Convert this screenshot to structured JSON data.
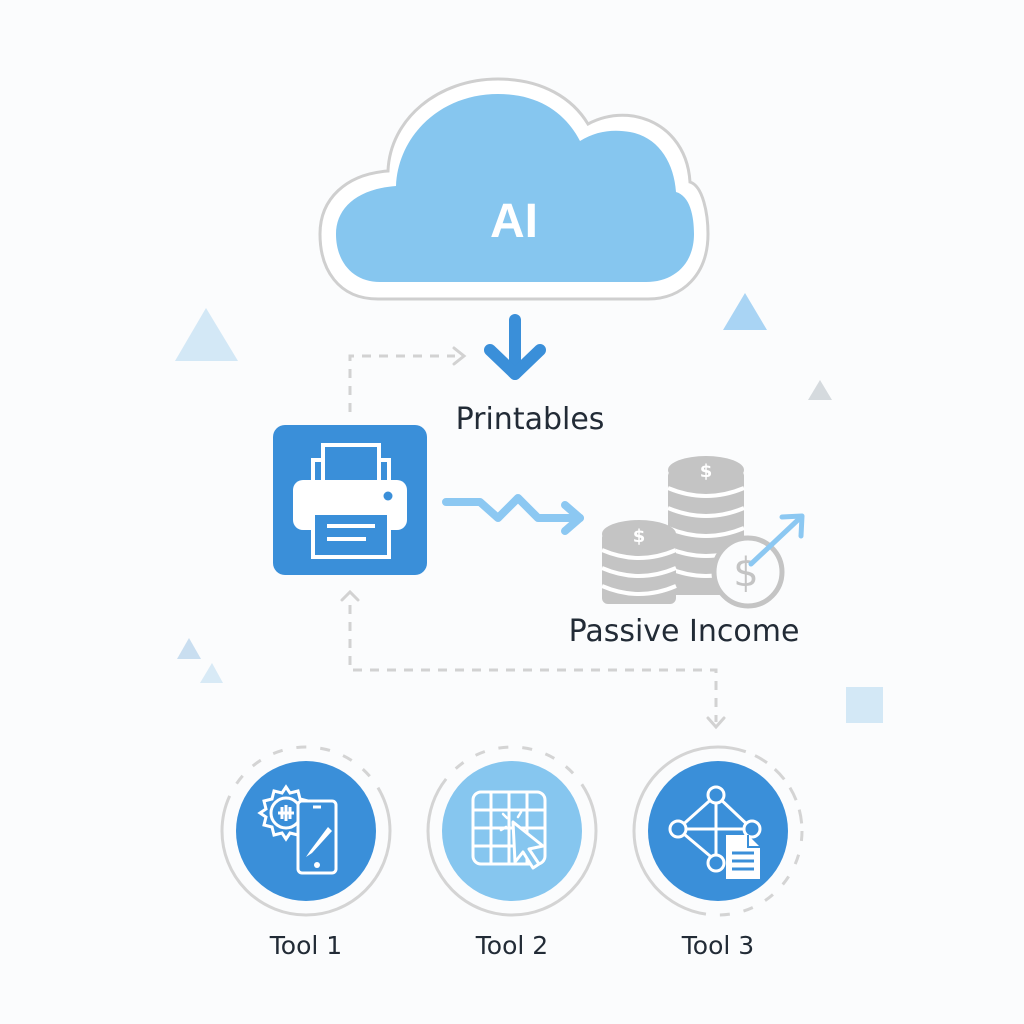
{
  "cloud": {
    "label": "AI",
    "fill": "#86c6ef",
    "outline": "#cfcfcf"
  },
  "flow": {
    "down_arrow_color": "#3a8fd9",
    "printables_label": "Printables",
    "passive_income_label": "Passive Income",
    "wave_arrow_color": "#8cc8f2",
    "dashed_color": "#d2d2d2"
  },
  "printables_tile": {
    "icon": "printer-icon",
    "fill": "#3a8fd9"
  },
  "income_icon": {
    "icon": "coin-stacks-growth-icon",
    "coin_color": "#c4c4c4",
    "arrow_color": "#8cc8f2"
  },
  "tools": [
    {
      "label": "Tool 1",
      "icon": "gear-tablet-brush-icon",
      "fill": "#3a8fd9"
    },
    {
      "label": "Tool 2",
      "icon": "grid-cursor-click-icon",
      "fill": "#86c6ef"
    },
    {
      "label": "Tool 3",
      "icon": "network-document-icon",
      "fill": "#3a8fd9"
    }
  ],
  "decorations": {
    "light_blue": "#d3e8f6",
    "mid_blue": "#a9d4f4",
    "gray": "#d5dade"
  }
}
